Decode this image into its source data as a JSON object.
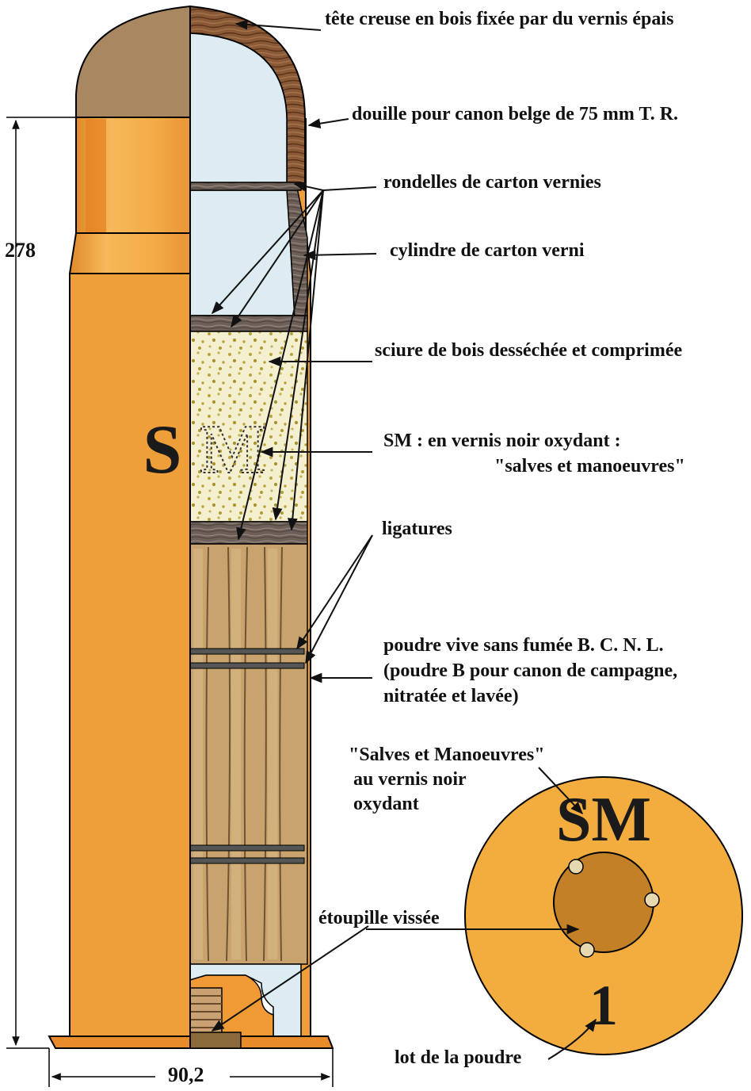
{
  "labels": {
    "wood_head": "tête creuse en bois fixée par du vernis épais",
    "casing": "douille pour canon belge de 75 mm T. R.",
    "washers": "rondelles de carton vernies",
    "cylinder": "cylindre de carton verni",
    "sawdust": "sciure de bois desséchée et comprimée",
    "sm_line1": "SM : en vernis noir oxydant :",
    "sm_line2": "\"salves et manoeuvres\"",
    "ligatures": "ligatures",
    "powder_line1": "poudre vive sans fumée B. C. N. L.",
    "powder_line2": "(poudre B pour canon de campagne,",
    "powder_line3": "nitratée et lavée)",
    "base_line1": "\"Salves et Manoeuvres\"",
    "base_line2": "au vernis noir",
    "base_line3": "oxydant",
    "primer": "étoupille vissée",
    "powder_lot": "lot de la poudre"
  },
  "dimensions": {
    "length": "278",
    "diameter": "90,2"
  },
  "markings": {
    "side_letter_s": "S",
    "side_letter_m": "M",
    "base_marking": "SM",
    "lot_number": "1"
  },
  "colors": {
    "casing_orange": "#ef9f3a",
    "casing_highlight": "#f5b553",
    "casing_shadow": "#d97a1c",
    "wood_head": "#a98760",
    "wood_dark": "#6b3e24",
    "cardboard": "#6d6058",
    "sawdust_bg": "#f4efcf",
    "sawdust_dots": "#b9a23c",
    "powder_sticks": "#c8a36e",
    "cavity_blue": "#dcecf2",
    "base_disc": "#f3ad3f",
    "primer_brown": "#c48027"
  }
}
